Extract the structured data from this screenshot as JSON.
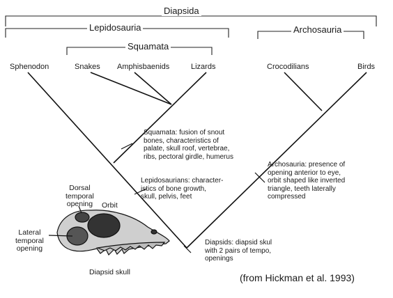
{
  "groups": {
    "diapsida": "Diapsida",
    "lepidosauria": "Lepidosauria",
    "squamata": "Squamata",
    "archosauria": "Archosauria"
  },
  "taxa": {
    "sphenodon": "Sphenodon",
    "snakes": "Snakes",
    "amphisbaenids": "Amphisbaenids",
    "lizards": "Lizards",
    "crocodilians": "Crocodilians",
    "birds": "Birds"
  },
  "notes": {
    "squamata": "Squamata: fusion of snout\nbones, characteristics of\npalate, skull roof, vertebrae,\nribs, pectoral girdle, humerus",
    "lepidosaurians": "Lepidosaurians: character-\nistics of bone growth,\nskull, pelvis, feet",
    "archosauria": "Archosauria: presence of\nopening anterior to eye,\norbit shaped like inverted\ntriangle, teeth laterally\ncompressed",
    "diapsids": "Diapsids: diapsid skul\nwith 2 pairs of tempo,\nopenings"
  },
  "skull": {
    "dorsal": "Dorsal\ntemporal\nopening",
    "orbit": "Orbit",
    "lateral": "Lateral\ntemporal\nopening",
    "caption": "Diapsid skull"
  },
  "citation": "(from Hickman et al. 1993)"
}
